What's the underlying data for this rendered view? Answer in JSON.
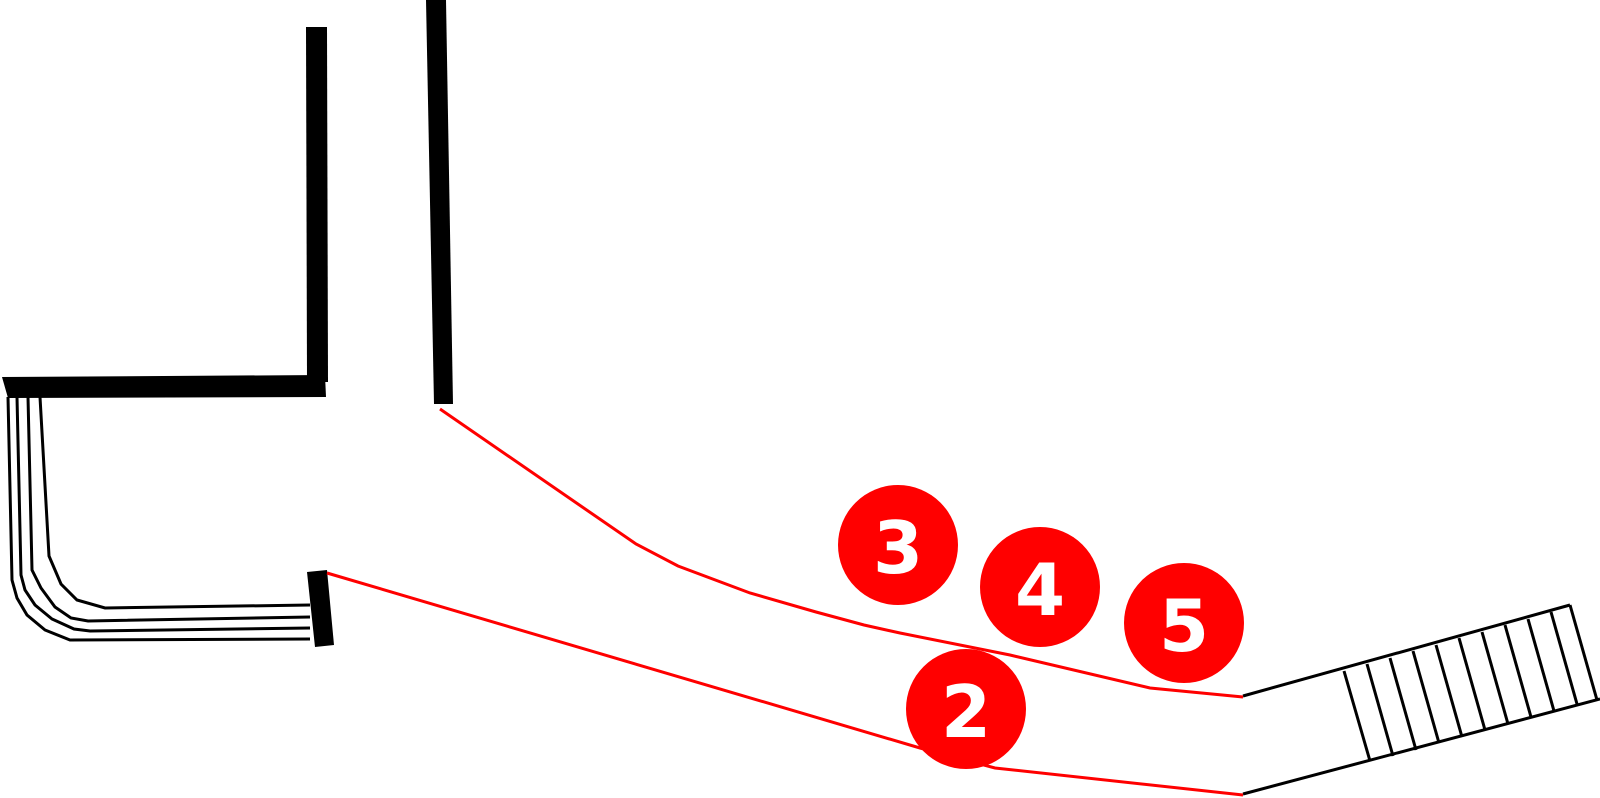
{
  "colors": {
    "route": "#ff0000",
    "marker_fill": "#ff0000",
    "marker_text": "#ffffff",
    "walls": "#000000",
    "background": "#ffffff"
  },
  "markers": [
    {
      "id": "marker-2",
      "label": "2"
    },
    {
      "id": "marker-3",
      "label": "3"
    },
    {
      "id": "marker-4",
      "label": "4"
    },
    {
      "id": "marker-5",
      "label": "5"
    }
  ]
}
